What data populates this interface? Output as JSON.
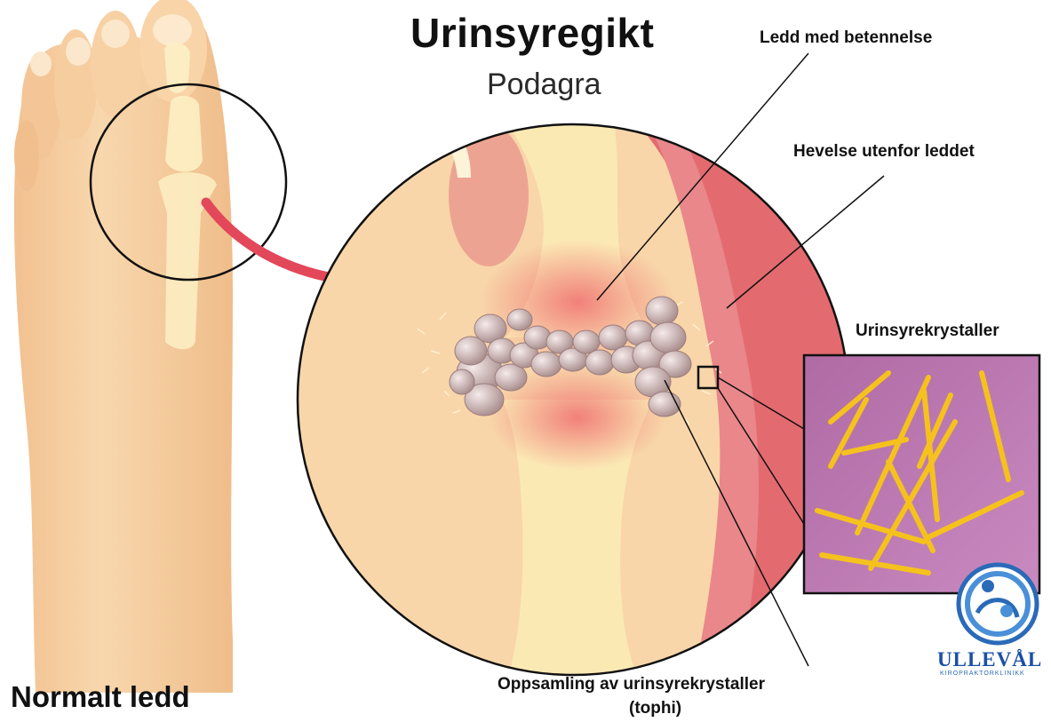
{
  "title": "Urinsyregikt",
  "subtitle": "Podagra",
  "labels": {
    "inflamed_joint": "Ledd med betennelse",
    "swelling": "Hevelse utenfor leddet",
    "crystals": "Urinsyrekrystaller",
    "tophi_line1": "Oppsamling av urinsyrekrystaller",
    "tophi_line2": "(tophi)",
    "normal_joint": "Normalt ledd"
  },
  "logo": {
    "name": "ULLEVÅL",
    "subtitle": "KIROPRAKTORKLINIKK"
  },
  "colors": {
    "skin": "#f7d4a2",
    "bone": "#fbebb8",
    "inflammation": "#e4576b",
    "crystal_background": "#b770a9",
    "crystal": "#f5c21d",
    "logo_blue": "#1a4fa8"
  }
}
